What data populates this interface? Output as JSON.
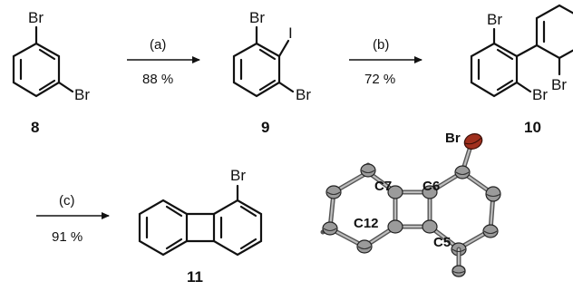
{
  "compounds": {
    "c8": {
      "label": "8",
      "atoms": [
        "Br",
        "Br"
      ]
    },
    "c9": {
      "label": "9",
      "atoms": [
        "Br",
        "I",
        "Br"
      ]
    },
    "c10": {
      "label": "10",
      "atoms": [
        "Br",
        "Br",
        "Br"
      ]
    },
    "c11": {
      "label": "11",
      "atoms": [
        "Br"
      ]
    }
  },
  "steps": [
    {
      "label": "(a)",
      "yield": "88 %"
    },
    {
      "label": "(b)",
      "yield": "72 %"
    },
    {
      "label": "(c)",
      "yield": "91 %"
    }
  ],
  "crystal": {
    "atoms": {
      "br": "Br",
      "c7": "C7",
      "c6": "C6",
      "c12": "C12",
      "c5": "C5"
    },
    "colors": {
      "bromine": "#a0301e",
      "carbon": "#9b9b9b"
    }
  }
}
